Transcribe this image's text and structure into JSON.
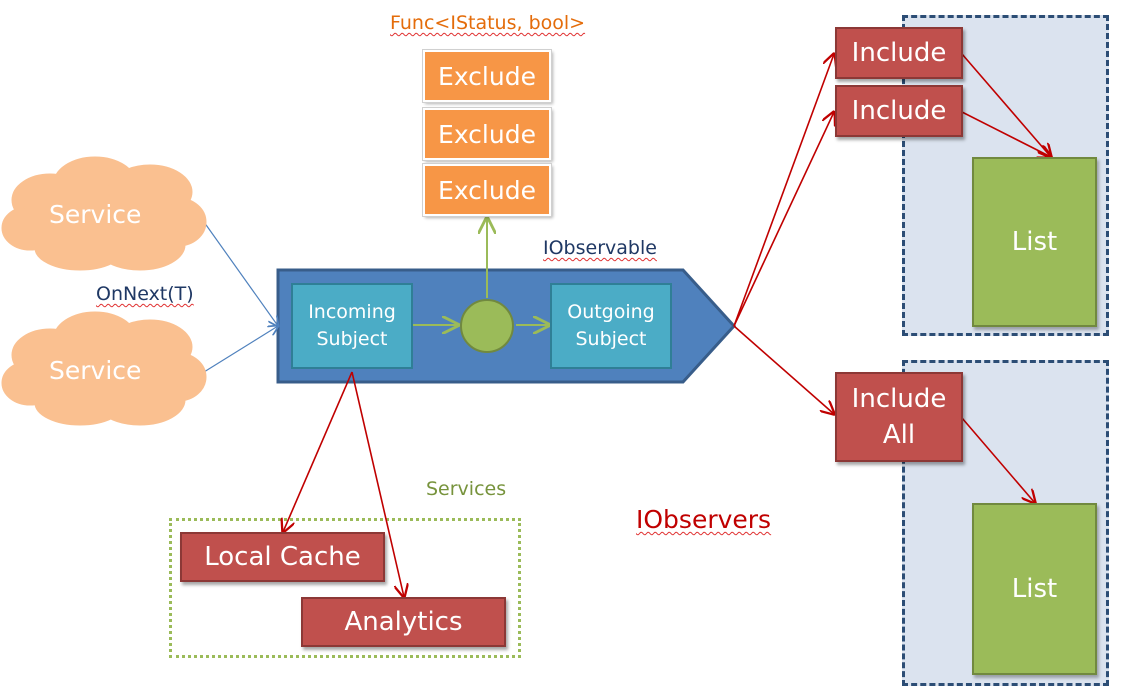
{
  "func_label": "Func<IStatus, bool>",
  "exclude_boxes": [
    "Exclude",
    "Exclude",
    "Exclude"
  ],
  "services": [
    "Service",
    "Service"
  ],
  "on_next_label": "OnNext(T)",
  "observable_label": "IObservable",
  "incoming_subject": [
    "Incoming",
    "Subject"
  ],
  "outgoing_subject": [
    "Outgoing",
    "Subject"
  ],
  "services_group_label": "Services",
  "local_cache": "Local Cache",
  "analytics": "Analytics",
  "observers_label": "IObservers",
  "include_boxes": [
    "Include",
    "Include"
  ],
  "include_all": [
    "Include",
    "All"
  ],
  "list_boxes": [
    "List",
    "List"
  ],
  "colors": {
    "red": "#c0504d",
    "orange": "#f79646",
    "teal": "#4bacc6",
    "blue": "#4f81bd",
    "green": "#9bbb59",
    "panel": "#dbe3ef",
    "dashed_border": "#2c4d75",
    "arrow_red": "#c00000",
    "arrow_green": "#9bbb59",
    "arrow_blue": "#4f81bd"
  }
}
